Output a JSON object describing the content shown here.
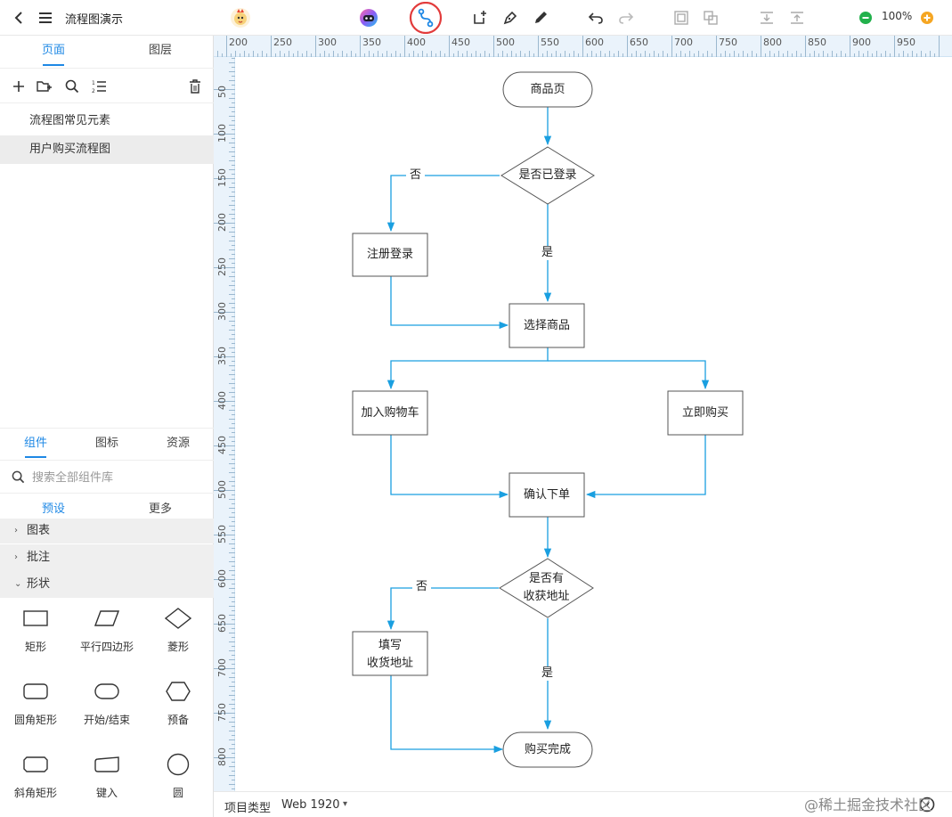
{
  "header": {
    "title": "流程图演示",
    "zoom": "100%",
    "colors": {
      "accent": "#1e88e5",
      "connector": "#1a9fe0",
      "highlight_circle": "#e23b3b",
      "zoom_out": "#22b14c",
      "zoom_in": "#f5a623"
    }
  },
  "left_panel": {
    "top_tabs": [
      "页面",
      "图层"
    ],
    "pages": [
      "流程图常见元素",
      "用户购买流程图"
    ],
    "component_tabs": [
      "组件",
      "图标",
      "资源"
    ],
    "search_placeholder": "搜索全部组件库",
    "sub_tabs": [
      "预设",
      "更多"
    ],
    "categories": [
      "图表",
      "批注",
      "形状"
    ],
    "shapes": [
      "矩形",
      "平行四边形",
      "菱形",
      "圆角矩形",
      "开始/结束",
      "预备",
      "斜角矩形",
      "键入",
      "圆"
    ]
  },
  "ruler": {
    "top": [
      "200",
      "250",
      "300",
      "350",
      "400",
      "450",
      "500",
      "550",
      "600",
      "650",
      "700",
      "750",
      "800",
      "850",
      "900",
      "950"
    ],
    "left": [
      "50",
      "100",
      "150",
      "200",
      "250",
      "300",
      "350",
      "400",
      "450",
      "500",
      "550",
      "600",
      "650",
      "700",
      "750",
      "800"
    ]
  },
  "flowchart": {
    "nodes": {
      "start": "商品页",
      "login_check": "是否已登录",
      "register": "注册登录",
      "select": "选择商品",
      "add_cart": "加入购物车",
      "buy_now": "立即购买",
      "confirm": "确认下单",
      "addr_check_1": "是否有",
      "addr_check_2": "收获地址",
      "fill_1": "填写",
      "fill_2": "收货地址",
      "end": "购买完成"
    },
    "edges": {
      "no_1": "否",
      "yes_1": "是",
      "no_2": "否",
      "yes_2": "是"
    }
  },
  "status": {
    "project_type_label": "项目类型",
    "project_type_value": "Web 1920"
  },
  "watermark": "@稀土掘金技术社区"
}
